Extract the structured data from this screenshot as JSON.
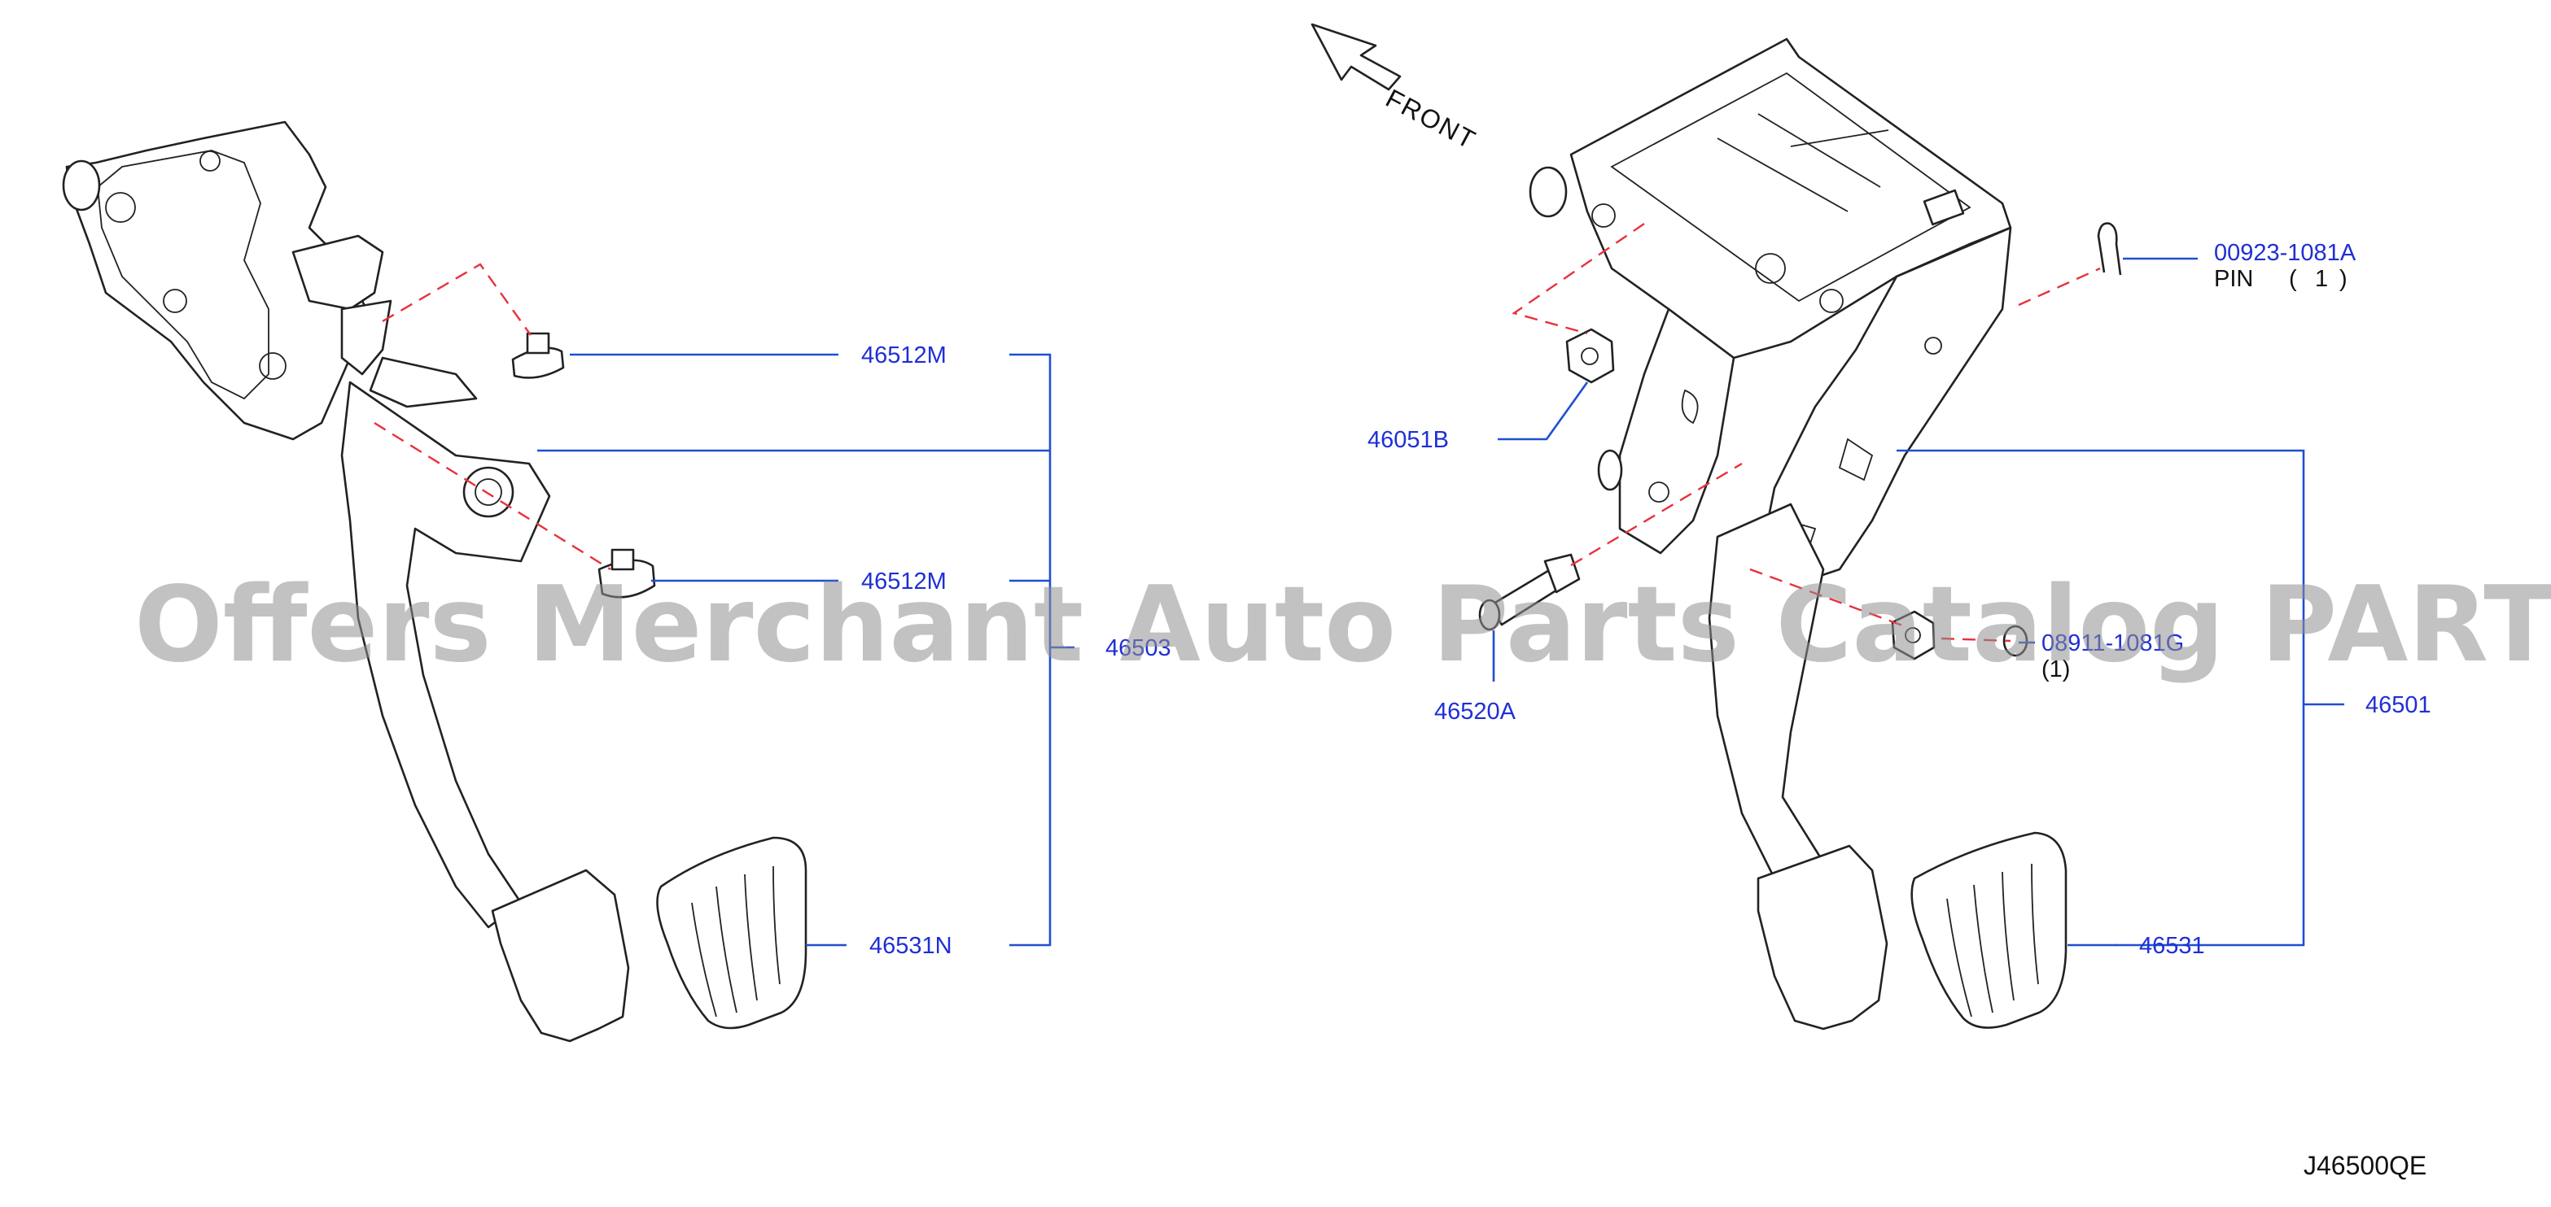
{
  "diagram": {
    "direction_label": "FRONT",
    "drawing_code": "J46500QE",
    "watermark": "Offers Merchant Auto Parts Catalog PARTSTORE.SA",
    "left_assembly": {
      "labels": {
        "clip_upper": "46512M",
        "clip_lower": "46512M",
        "assembly": "46503",
        "pad": "46531N"
      }
    },
    "right_assembly": {
      "labels": {
        "pin_part": "00923-1081A",
        "pin_word": "PIN",
        "pin_open": "(",
        "pin_qty": "1",
        "pin_close": ")",
        "nut": "46051B",
        "bolt": "46520A",
        "washer_part": "08911-1081G",
        "washer_qty": "(1)",
        "assembly": "46501",
        "pad": "46531"
      }
    },
    "colors": {
      "label": "#1f2fd6",
      "leader": "#1f4fd1",
      "hidden_line": "#e8323c",
      "linework": "#222222"
    }
  }
}
